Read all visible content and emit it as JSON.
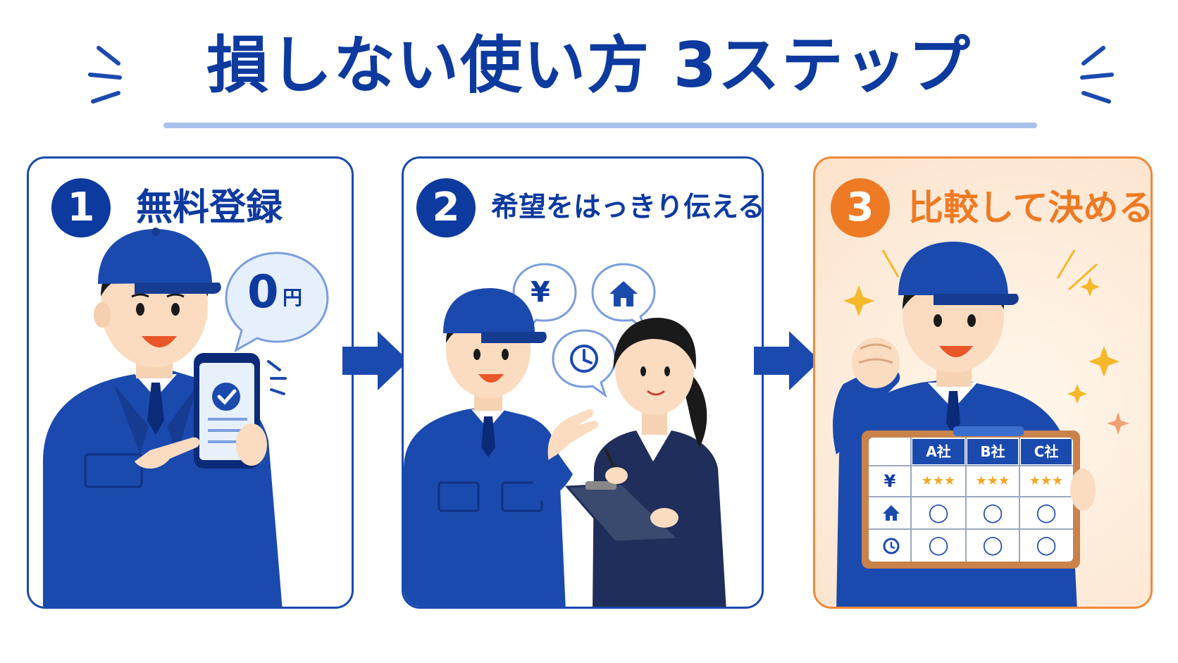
{
  "title": "損しない使い方 3ステップ",
  "colors": {
    "blue": "#0d3a9e",
    "orange": "#ee7a24",
    "light_blue": "#a9c2ec"
  },
  "steps": [
    {
      "number": "1",
      "label": "無料登録",
      "bubble_value": "0",
      "bubble_unit": "円"
    },
    {
      "number": "2",
      "label": "希望をはっきり伝える",
      "icons": [
        "yen-icon",
        "house-icon",
        "clock-icon"
      ],
      "yen": "¥"
    },
    {
      "number": "3",
      "label": "比較して決める"
    }
  ],
  "comparison": {
    "columns": [
      "A社",
      "B社",
      "C社"
    ],
    "row_icons": [
      "yen-icon",
      "house-icon",
      "clock-icon"
    ],
    "yen": "¥",
    "rows": [
      [
        "★★★",
        "★★★",
        "★★★"
      ],
      [
        "◯",
        "◯",
        "◯"
      ],
      [
        "◯",
        "◯",
        "◯"
      ]
    ]
  }
}
